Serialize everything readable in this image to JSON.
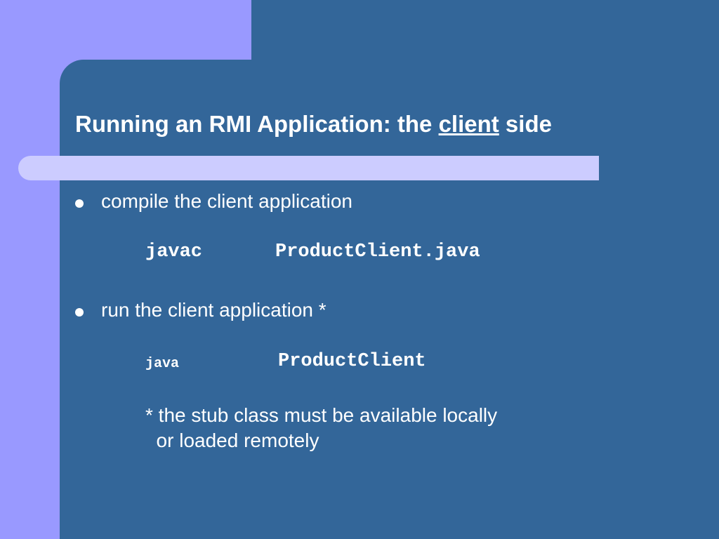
{
  "slide": {
    "title_prefix": "Running an RMI Application: the ",
    "title_emphasis": "client",
    "title_suffix": " side",
    "bullets": [
      "compile the client application",
      "run the client application *"
    ],
    "code": {
      "compile_cmd": "javac",
      "compile_arg": "ProductClient.java",
      "run_cmd": "java",
      "run_arg": "ProductClient"
    },
    "note_line1": "* the stub class must be available locally",
    "note_line2": "  or loaded remotely"
  },
  "colors": {
    "background": "#336699",
    "accent": "#9999ff",
    "divider": "#ccccff",
    "text": "#ffffff"
  }
}
